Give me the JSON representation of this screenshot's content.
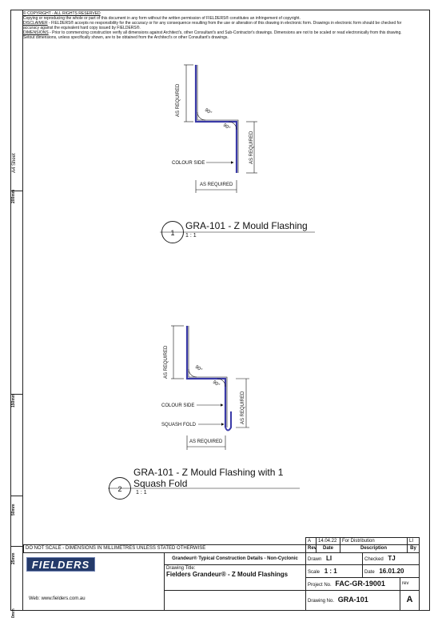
{
  "notes": {
    "copyright": "© COPYRIGHT - ALL RIGHTS RESERVED",
    "copy_text": "Copying or reproducing the whole or part of this document in any form without the written permission of FIELDERS® constitutes an infringement of copyright.",
    "disclaimer_head": "DISCLAIMER",
    "disclaimer_text": " - FIELDERS® accepts no responsibility for the accuracy or for any consequence resulting from the use or alteration of this drawing in electronic form. Drawings in electronic form should be checked for accuracy against the equivalent hard copy issued by FIELDERS®.",
    "dimensions_head": "DIMENSIONS",
    "dimensions_text": " - Prior to commencing construction verify all dimensions against Architect's, other Consultant's and Sub-Contractor's drawings. Dimensions are not to be scaled or read electronically from this drawing. Setout dimensions, unless specifically shown, are to be obtained from the Architect's or other Consultant's drawings."
  },
  "ruler": {
    "sheet": "A4 Sheet",
    "marks": [
      "200mm",
      "150mm",
      "50mm",
      "25mm",
      "0mm"
    ]
  },
  "detail1": {
    "number": "1",
    "title": "GRA-101 - Z Mould Flashing",
    "scale": "1 : 1",
    "as_required_1": "AS REQUIRED",
    "as_required_2": "AS REQUIRED",
    "as_required_3": "AS REQUIRED",
    "angle_1": "90°",
    "angle_2": "90°",
    "colour_side": "COLOUR SIDE"
  },
  "detail2": {
    "number": "2",
    "title_line1": "GRA-101 - Z Mould Flashing with 1",
    "title_line2": "Squash Fold",
    "scale": "1 : 1",
    "as_required_1": "AS REQUIRED",
    "as_required_2": "AS REQUIRED",
    "as_required_3": "AS REQUIRED",
    "angle_1": "90°",
    "angle_2": "90°",
    "colour_side": "COLOUR SIDE",
    "squash_fold": "SQUASH FOLD"
  },
  "title_block": {
    "do_not_scale": "DO NOT SCALE - DIMENSIONS IN MILLIMETRES UNLESS STATED OTHERWISE",
    "logo": "FIELDERS",
    "web": "Web: www.fielders.com.au",
    "project": "Grandeur® Typical Construction Details - Non-Cyclonic",
    "drawing_title_label": "Drawing Title:",
    "drawing_title": "Fielders Grandeur® - Z Mould Flashings",
    "rev_row": {
      "rev": "A",
      "date": "14.04.22",
      "description": "For Distribution",
      "by": "LI"
    },
    "headers": {
      "rev": "Rev",
      "date": "Date",
      "description": "Description",
      "by": "By"
    },
    "drawn_label": "Drawn",
    "drawn": "LI",
    "checked_label": "Checked",
    "checked": "TJ",
    "scale_label": "Scale",
    "scale": "1 : 1",
    "date_label": "Date",
    "date": "16.01.20",
    "project_no_label": "Project No.",
    "project_no": "FAC-GR-19001",
    "rev_label": "rev",
    "drawing_no_label": "Drawing No.",
    "drawing_no": "GRA-101",
    "rev_value": "A"
  },
  "colors": {
    "flashing": "#3a3aa8",
    "line": "#111111",
    "logo_bg": "#243a6a"
  }
}
